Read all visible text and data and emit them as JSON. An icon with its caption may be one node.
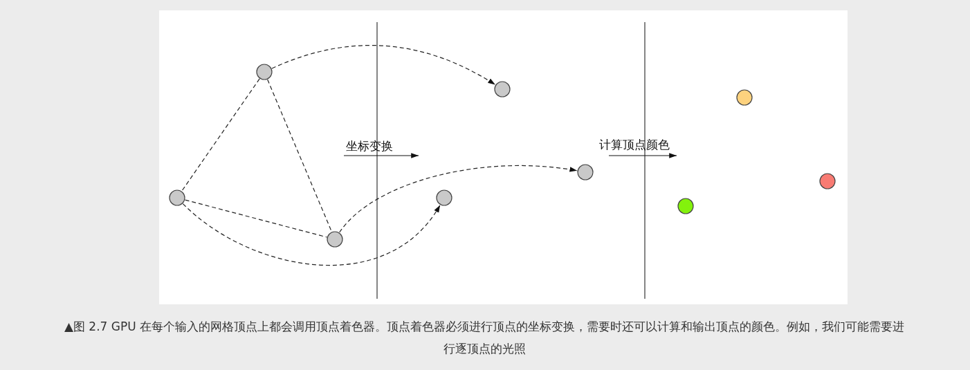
{
  "diagram": {
    "caption": "▲图 2.7 GPU 在每个输入的网格顶点上都会调用顶点着色器。顶点着色器必须进行顶点的坐标变换，需要时还可以计算和输出顶点的颜色。例如，我们可能需要进行逐顶点的光照",
    "nodes": [
      {
        "text": [],
        "shape": "circle"
      },
      {
        "text": [],
        "shape": "circle"
      },
      {
        "text": [],
        "shape": "circle"
      },
      {
        "text": [],
        "shape": "circle"
      },
      {
        "text": [],
        "shape": "circle"
      },
      {
        "text": [],
        "shape": "circle"
      },
      {
        "text": [],
        "shape": "circle"
      },
      {
        "text": [],
        "shape": "circle"
      },
      {
        "text": [],
        "shape": "circle"
      }
    ],
    "edges": [
      {
        "from": 0,
        "to": 1,
        "arrow": "none",
        "style": "dashed"
      },
      {
        "from": 0,
        "to": 2,
        "arrow": "none",
        "style": "dashed"
      },
      {
        "from": 1,
        "to": 2,
        "arrow": "none",
        "style": "dashed"
      },
      {
        "from": 0,
        "to": 3,
        "arrow": "to",
        "style": "dashed"
      },
      {
        "from": 2,
        "to": 4,
        "arrow": "to",
        "style": "dashed"
      },
      {
        "from": 1,
        "to": 5,
        "arrow": "to",
        "style": "dashed"
      }
    ],
    "labels": [
      "坐标变换",
      "计算顶点颜色"
    ]
  }
}
